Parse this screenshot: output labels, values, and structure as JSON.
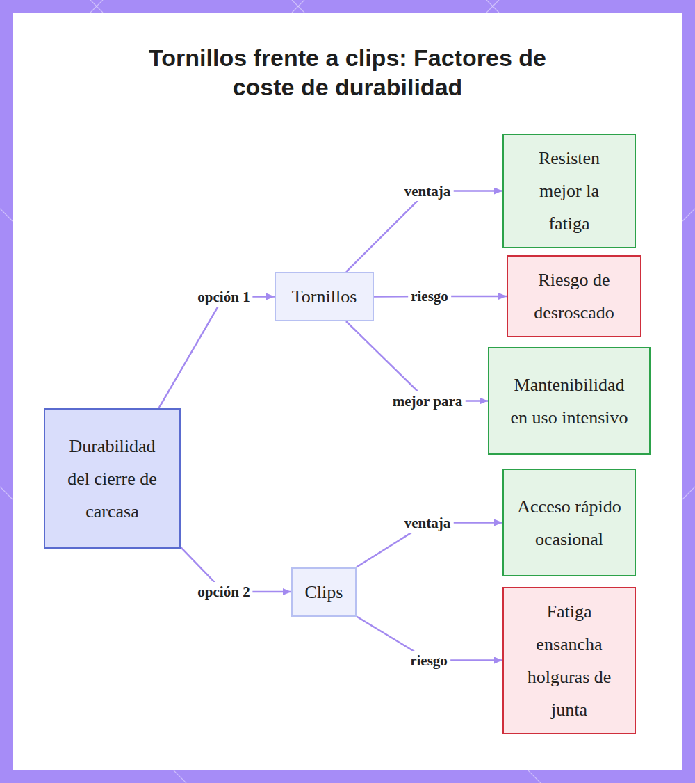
{
  "diagram": {
    "title": "Tornillos frente a clips: Factores de coste de durabilidad",
    "nodes": [
      {
        "text": [
          "Durabilidad del cierre de carcasa"
        ]
      },
      {
        "text": [
          "Tornillos"
        ]
      },
      {
        "text": [
          "Clips"
        ]
      },
      {
        "text": [
          "Resisten mejor la fatiga"
        ]
      },
      {
        "text": [
          "Riesgo de desroscado"
        ]
      },
      {
        "text": [
          "Mantenibilidad en uso intensivo"
        ]
      },
      {
        "text": [
          "Acceso rápido ocasional"
        ]
      },
      {
        "text": [
          "Fatiga ensancha holguras de junta"
        ]
      }
    ],
    "edges": [
      {
        "from": 0,
        "to": 1,
        "label": "opción 1",
        "arrow": "to"
      },
      {
        "from": 1,
        "to": 3,
        "label": "ventaja",
        "arrow": "to"
      },
      {
        "from": 1,
        "to": 4,
        "label": "riesgo",
        "arrow": "to"
      },
      {
        "from": 1,
        "to": 5,
        "label": "mejor para",
        "arrow": "to"
      },
      {
        "from": 0,
        "to": 2,
        "label": "opción 2",
        "arrow": "to"
      },
      {
        "from": 2,
        "to": 6,
        "label": "ventaja",
        "arrow": "to"
      },
      {
        "from": 2,
        "to": 7,
        "label": "riesgo",
        "arrow": "to"
      }
    ]
  }
}
